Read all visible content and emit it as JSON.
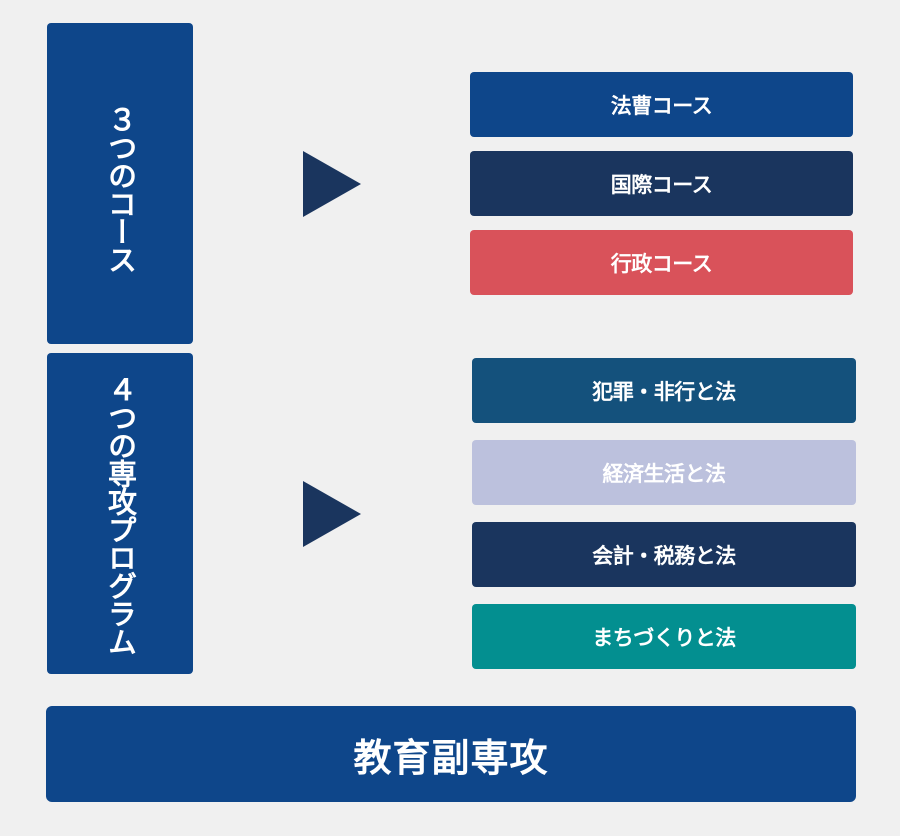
{
  "courses": {
    "heading": "３つのコース",
    "items": [
      {
        "label": "法曹コース",
        "color": "#0e468a"
      },
      {
        "label": "国際コース",
        "color": "#1a355e"
      },
      {
        "label": "行政コース",
        "color": "#d9525a"
      }
    ]
  },
  "programs": {
    "heading": "４つの専攻プログラム",
    "items": [
      {
        "label": "犯罪・非行と法",
        "color": "#14517c"
      },
      {
        "label": "経済生活と法",
        "color": "#bcc1dd"
      },
      {
        "label": "会計・税務と法",
        "color": "#1a355e"
      },
      {
        "label": "まちづくりと法",
        "color": "#038f90"
      }
    ]
  },
  "minor": {
    "label": "教育副専攻",
    "color": "#0e468a"
  },
  "arrow_color": "#1a355e",
  "background": "#f0f0f0"
}
